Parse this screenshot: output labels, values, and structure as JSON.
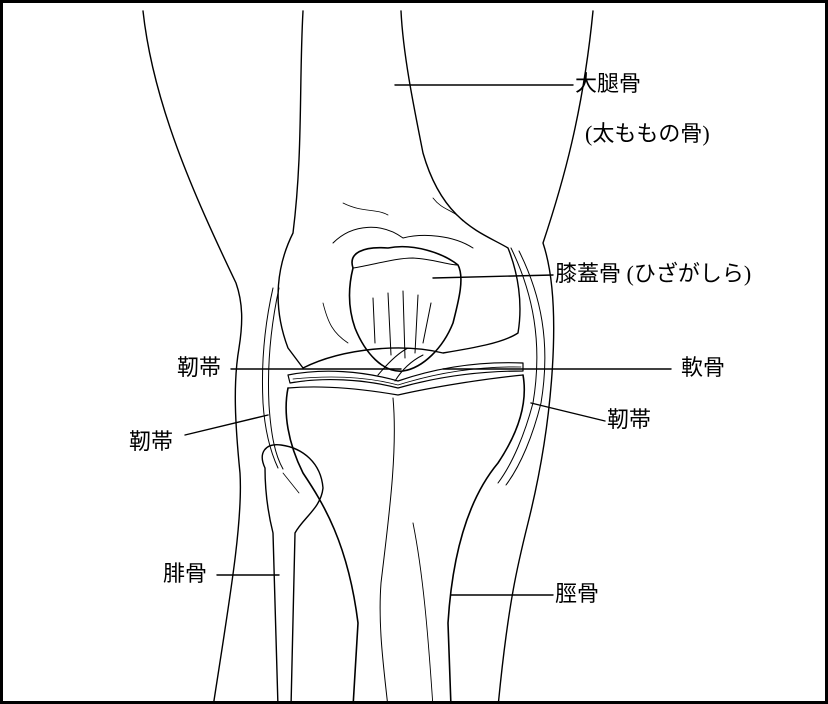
{
  "labels": {
    "femur": "大腿骨",
    "femur_note": "(太ももの骨)",
    "patella": "膝蓋骨 (ひざがしら)",
    "ligament_left_upper": "靭帯",
    "ligament_left_lower": "靭帯",
    "cartilage": "軟骨",
    "ligament_right": "靭帯",
    "fibula": "腓骨",
    "tibia": "脛骨"
  },
  "colors": {
    "line": "#000000",
    "background": "#ffffff"
  }
}
